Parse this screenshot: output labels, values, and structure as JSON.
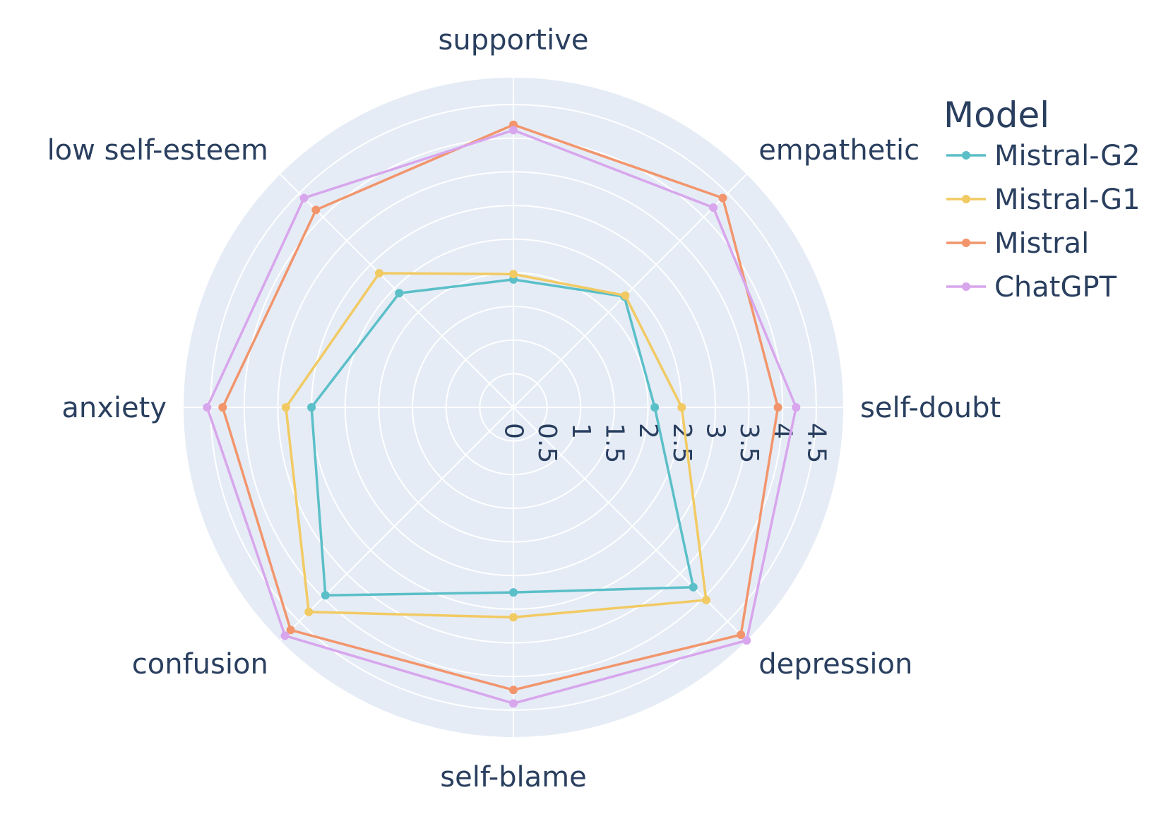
{
  "chart_data": {
    "type": "radar",
    "axes": [
      "supportive",
      "empathetic",
      "self-doubt",
      "depression",
      "self-blame",
      "confusion",
      "anxiety",
      "low self-esteem"
    ],
    "radial_ticks": [
      "0",
      "0.5",
      "1",
      "1.5",
      "2",
      "2.5",
      "3",
      "3.5",
      "4",
      "4.5"
    ],
    "range": [
      0,
      4.9
    ],
    "legend_title": "Model",
    "series": [
      {
        "name": "Mistral-G2",
        "color": "#5bbfc8",
        "values": [
          1.9,
          2.33,
          2.1,
          3.78,
          2.75,
          3.95,
          3.0,
          2.4
        ]
      },
      {
        "name": "Mistral-G1",
        "color": "#f2ca63",
        "values": [
          1.98,
          2.35,
          2.5,
          4.05,
          3.12,
          4.3,
          3.38,
          2.82
        ]
      },
      {
        "name": "Mistral",
        "color": "#f2956c",
        "values": [
          4.2,
          4.4,
          3.93,
          4.78,
          4.2,
          4.68,
          4.32,
          4.15
        ]
      },
      {
        "name": "ChatGPT",
        "color": "#d8a6ec",
        "values": [
          4.12,
          4.2,
          4.2,
          4.9,
          4.4,
          4.8,
          4.55,
          4.4
        ]
      }
    ]
  }
}
